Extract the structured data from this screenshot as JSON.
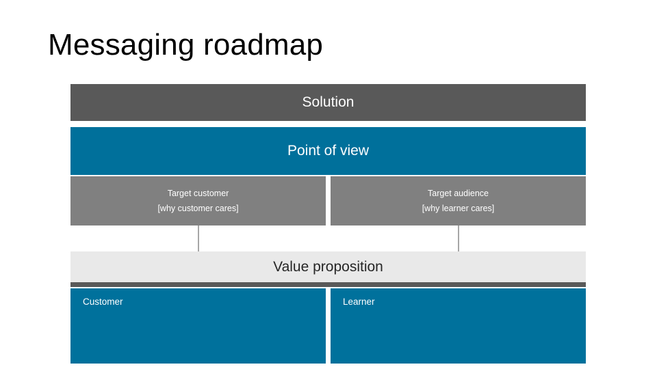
{
  "slide": {
    "title": "Messaging roadmap",
    "background_color": "#ffffff"
  },
  "colors": {
    "solution_bar": "#595959",
    "point_of_view_bar": "#00709b",
    "target_box": "#808080",
    "value_proposition_bar": "#e9e9e9",
    "value_proposition_border": "#595959",
    "panel_blue": "#00719c",
    "connector_line": "#a6a6a6",
    "text_light": "#ffffff",
    "text_dark": "#262626"
  },
  "diagram": {
    "solution": {
      "label": "Solution"
    },
    "point_of_view": {
      "label": "Point of view"
    },
    "targets": [
      {
        "line1": "Target customer",
        "line2": "[why customer cares]"
      },
      {
        "line1": "Target audience",
        "line2": "[why learner cares]"
      }
    ],
    "value_proposition": {
      "label": "Value proposition"
    },
    "panels": [
      {
        "label": "Customer"
      },
      {
        "label": "Learner"
      }
    ]
  }
}
